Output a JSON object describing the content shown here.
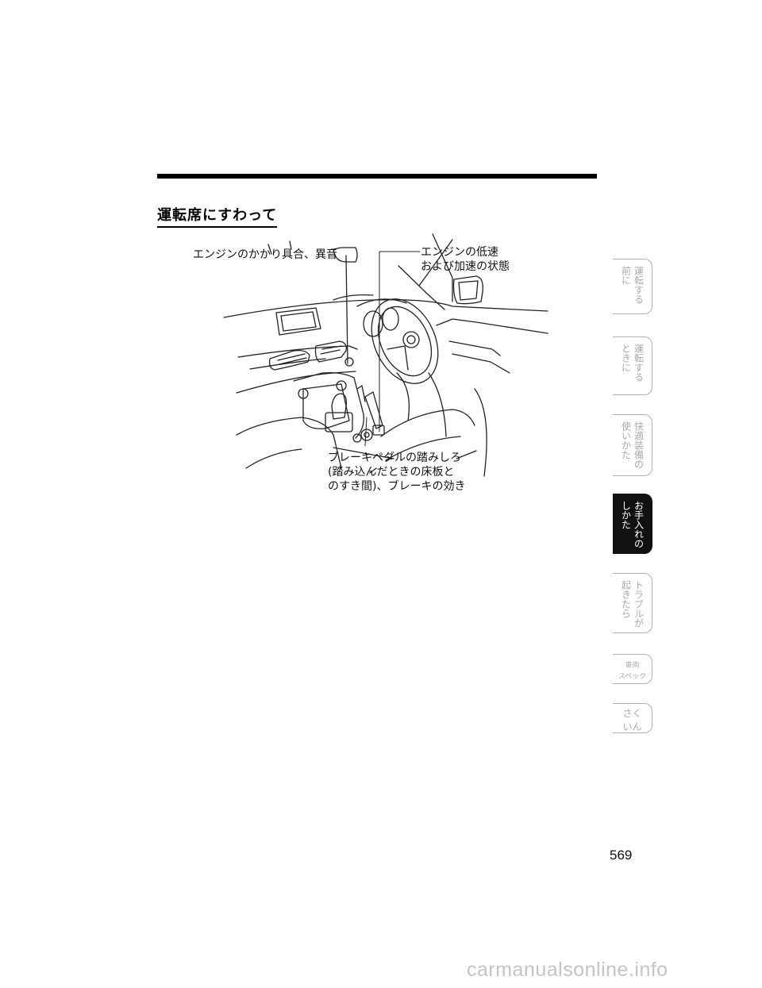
{
  "section": {
    "heading": "運転席にすわって"
  },
  "callouts": {
    "engine_start": "エンジンのかかり具合、異音",
    "engine_idle_line1": "エンジンの低速",
    "engine_idle_line2": "および加速の状態",
    "brake_line1": "ブレーキペダルの踏みしろ",
    "brake_line2": "(踏み込んだときの床板と",
    "brake_line3": "のすき間)、ブレーキの効き"
  },
  "side_tabs": [
    {
      "col1": "運転する",
      "col2": "前に",
      "active": false
    },
    {
      "col1": "運転する",
      "col2": "ときに",
      "active": false
    },
    {
      "col1": "快適装備の",
      "col2": "使いかた",
      "active": false
    },
    {
      "col1": "お手入れの",
      "col2": "しかた",
      "active": true
    },
    {
      "col1": "トラブルが",
      "col2": "起きたら",
      "active": false
    },
    {
      "row1": "車両",
      "row2": "スペック",
      "active": false
    },
    {
      "row1": "さく",
      "row2": "いん",
      "active": false
    }
  ],
  "page_number": "569",
  "watermark": "carmanualsonline.info"
}
